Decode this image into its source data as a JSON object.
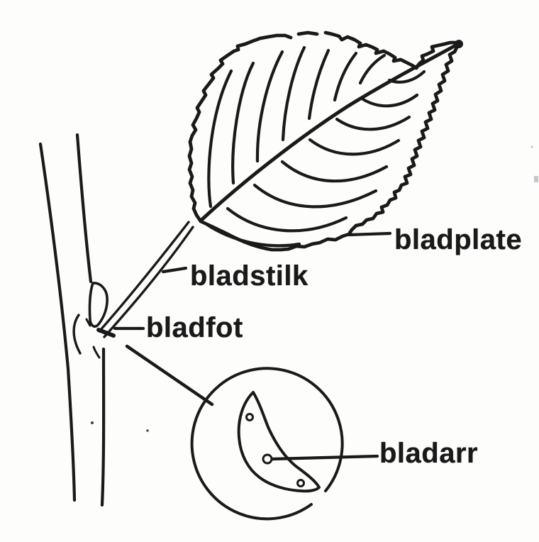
{
  "figure": {
    "type": "botanical-line-drawing",
    "description": "Leaf attached to a twig with a magnified inset of the leaf scar",
    "background_color": "#fdfdfb",
    "ink_color": "#1a1a1a",
    "labels": {
      "bladplate": "bladplate",
      "bladstilk": "bladstilk",
      "bladfot": "bladfot",
      "bladarr": "bladarr"
    },
    "parts": [
      "twig",
      "bud",
      "leaf-scar-arc",
      "petiole",
      "leaf-blade-outline",
      "midrib",
      "veins",
      "magnifier-circle",
      "leaf-scar-crescent",
      "bundle-scar-dots",
      "pointer-lines"
    ]
  }
}
